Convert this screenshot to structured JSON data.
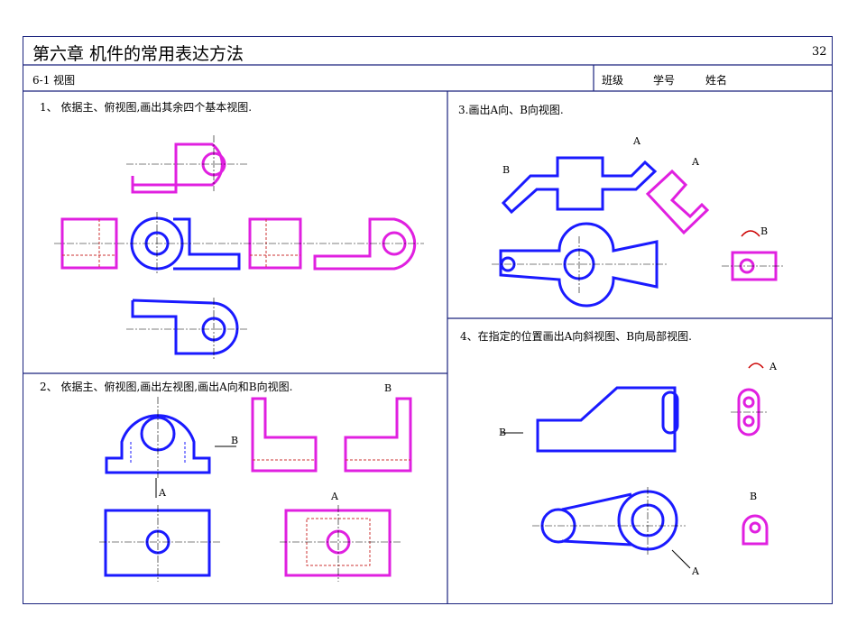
{
  "header": {
    "chapter_title": "第六章  机件的常用表达方法",
    "page_number": "32",
    "section": "6-1 视图",
    "class_label": "班级",
    "student_no_label": "学号",
    "name_label": "姓名"
  },
  "problems": [
    {
      "number_text": "1、 依据主、俯视图,画出其余四个基本视图."
    },
    {
      "number_text": "2、 依据主、俯视图,画出左视图,画出A向和B向视图."
    },
    {
      "number_text": "3.画出A向、B向视图."
    },
    {
      "number_text": "4、在指定的位置画出A向斜视图、B向局部视图."
    }
  ],
  "view_labels": {
    "p2_top_B": "B",
    "p2_arrow_B": "B",
    "p2_arrow_A": "A",
    "p2_right_A": "A",
    "p3_A_arrow": "A",
    "p3_B_arrow": "B",
    "p3_A_view": "A",
    "p3_B_view": "B",
    "p4_B_arrow": "B",
    "p4_A_view": "A",
    "p4_B_view": "B",
    "p4_A_arrow": "A"
  },
  "colors": {
    "border": "#1a237e",
    "given_view": "#1a1aff",
    "answer_view": "#e020e0",
    "hidden_line": "#cc3333",
    "arrow_mark": "#cc0000"
  }
}
